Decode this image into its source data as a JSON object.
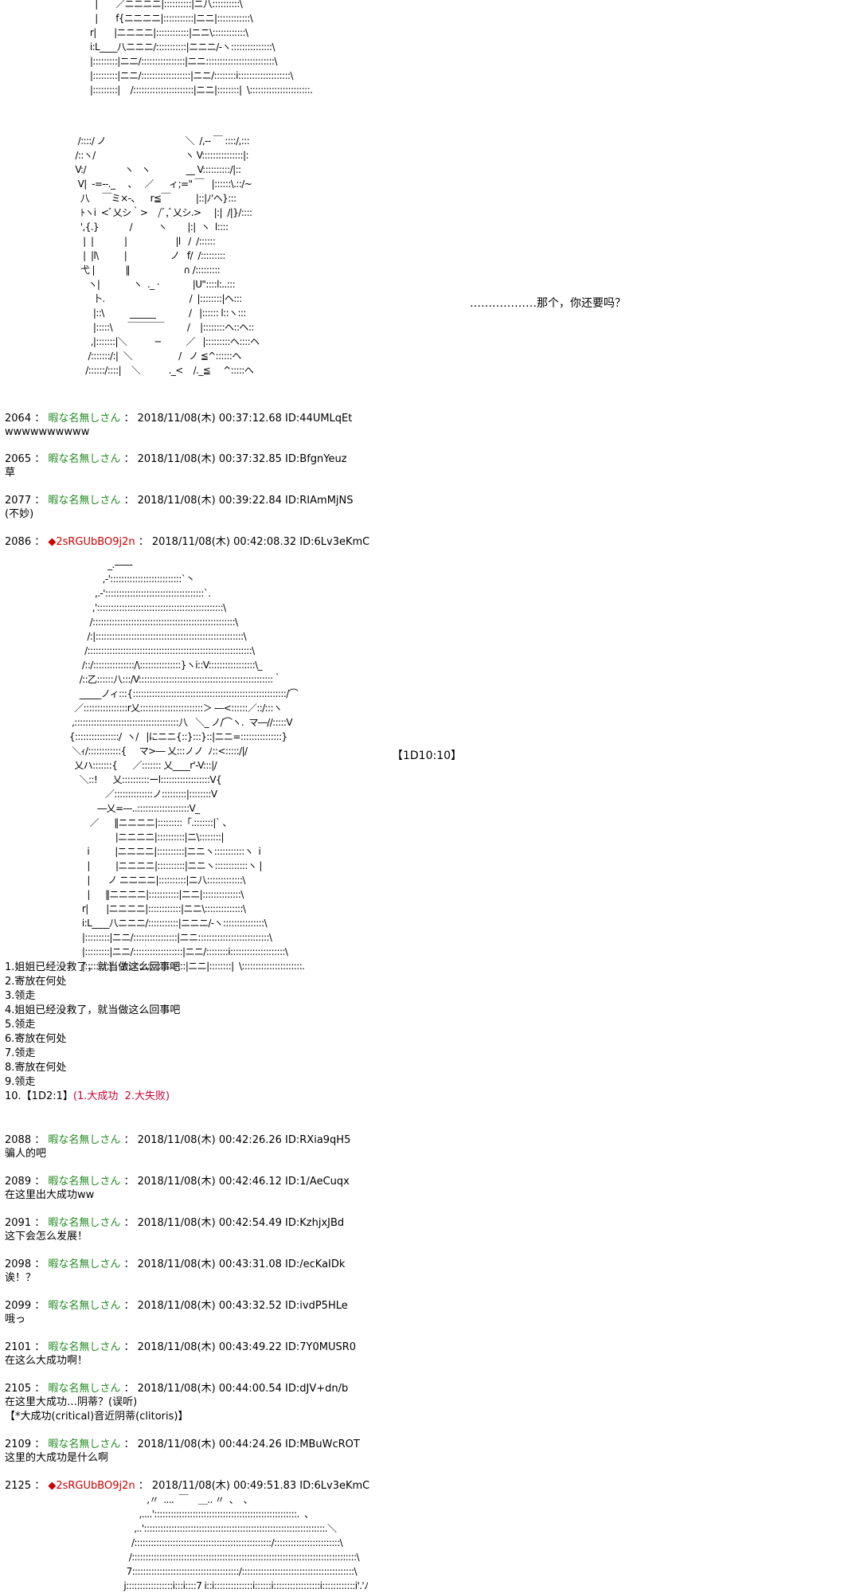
{
  "aa_top": "      |       ／ニニニニ|::::::::::|ニ八::::::::::\\\n      |       f{ニニニニ|:::::::::::|ニニ|::::::::::::\\\n    r|       |ニニニニ|::::::::::::|ニニ\\::::::::::::\\\n    i:L____八ニニニ/:::::::::::|ニニニ/‐ヽ:::::::::::::::\\\n    |:::::::::|ニニ/::::::::::::::::|ニニ:::::::::::::::::::::::::\\\n    |:::::::::|ニニ/::::::::::::::::::|ニニ/::::::::i:::::::::::::::::::\\\n    |:::::::::|    /::::::::::::::::::::::|ニニ|::::::::|  \\::::::::::::::::::::::.",
  "aa_face": "   /::::/ ノ                               ＼  /,-- ￣ ::::/,:::\n  /::ヽ/                                   ヽ V:::::::::::::::|:\n  V:/               ヽ   ヽ              __ V::::::::::/|::\n   V|  -=--._     、   ／      ィ;=\" ￣   |::::::\\.::/~\n    八     ￣ミ×-、    r≦￣          |::|ﾉ'ヘ}:::\n    ﾄヽi  <ﾞ乂シ｀>    /ﾞ,ﾞ乂シ.>     |:|  /|}/::::\n    ',{.}            /          ヽ        |:|  ヽ  l::::\n     |  |            |                   |l   /  /::::::\n     |  |l\\          |                 ノ   f/  /:::::::::\n    弋 |            ‖                     ∩ /:::::::::\n       ヽ|             ヽ  ._ ·             |U\"::::l:..:::\n         卜.                                 /  |::::::::|ヘ:::\n         |::\\          ______             /   |:::::: l::ヽ:::\n         |:::::\\      ￣￣￣￣         /    |::::::::ヘ::ヘ::\n        ,|:::::::|＼           ─          ／   |:::::::::ヘ::::ヘ\n       /:::::::/:|  ＼                  /   ノ ≦^::::::ヘ\n      /::::::/::::|    ＼           ._<    /._≦     ^:::::ヘ",
  "aa_hood": "                   _.-―‐-\n                 ,-'::::::::::::::::::::::::::`丶\n              ,.-'::::::::::::::::::::::::::::::::::::`.\n             ,'::::::::::::::::::::::::::::::::::::::::::::::\\\n            /::::::::::::::::::::::::::::::::::::::::::::::::::::\\\n           /:|::::::::::::::::::::::::::::::::::::::::::::::::::::::\\\n          /::::::::::::::::::::::::::::::::::::::::::::::::::::::::::::\\\n         /::/:::::::::::::::/\\:::::::::::::::}ヽi::V:::::::::::::::::\\_\n        /::乙::::::八:::/V:::::::::::::::::::::::::::::::::::::::::::::::::｀\n        _____ノィ:::{::::::::::::::::::::::::::::::::::::::::::::::::::::::::/⌒\n      ／::::::::::::::::r乂:::::::::::::::::::::::＞ ―<::::::／::/:::ヽ\n     ,::::::::::::::::::::::::::::::::::::::八   ＼_ ノ/⌒ヽ.  マ―//:::::V\n    {::::::::::::::::/  ヽ/   |にニニ{::}:::}::|ニニ=:::::::::::::::}\n     ＼ｨ/::::::::::::{     マ>― 乂:::ノノ  ﾉ::<:::::/|/\n      乂ハ:::::::{      ／::::::: 乂____r'‐V:::|/\n        ＼::!      乂::::::::::ーl::::::::::::::::::V{\n                  ／::::::::::::::ノ:::::::::|::::::::V\n               ―乂=---..:::::::::::::::::::V_\n            ／      ‖ニニニニ|:::::::::「.:::::::|` 、\n                      |ニニニニ|::::::::::|ニ\\::::::::|\n           i          |ニニニニ|::::::::::|ニニヽ:::::::::::ヽ  i\n           |          |ニニニニ|::::::::::|ニニヽ::::::::::::ヽ |\n           |       ノ ニニニニ|::::::::::|ニ八:::::::::::::\\\n           |      ‖ニニニニ|:::::::::::|ニニ|::::::::::::::\\\n         r|       |ニニニニ|::::::::::::|ニニ\\::::::::::::::\\\n         i:L____八ニニニ/:::::::::::|ニニニ/‐ヽ:::::::::::::::\\\n         |:::::::::|ニニ/::::::::::::::::|ニニ::::::::::::::::::::::::::\\\n         |:::::::::|ニニ/::::::::::::::::::|ニニ/::::::::i::::::::::::::::::::\\\n         |:::::::::|    /::::::::::::::::::::::|ニニ|::::::::|  \\::::::::::::::::::::::.",
  "aa_bottom": "                    ,〃  ....  ￣    ＿.. 〃  、  、\n                 ,....'::::::::::::::::::::::::::::::::::::::::::::::::::::.  、\n               ,..'::::::::::::::::::::::::::::::::::::::::::::::::::::::::::::::::::.＼\n              /::::::::::::::::::::::::::::::::::::::::::::::::::/::::::::::::::::::::::::\\\n             /::::::::::::::::::::::::::::::::::::::::::::::::::::::::::::::::::::::::::::::::::\\\n            7:::::::::::::::::::::::::::::::::::::::/:::::::::::::::::::::::::::::::::::::::::\\\n           j:::::::::::::::::i:::i::::7 i::i::::::::::::::i::::::i:::::::::::::::::i::::::::::::i'.'ﾉ",
  "side_text_1": "………………那个，你还要吗？",
  "side_text_2": "【1D10:10】",
  "posts": [
    {
      "num": "2064",
      "name": "暇な名無しさん",
      "datetime": "2018/11/08(木) 00:37:12.68",
      "id": "ID:44UMLqEt",
      "body": "wwwwwwwwww"
    },
    {
      "num": "2065",
      "name": "暇な名無しさん",
      "datetime": "2018/11/08(木) 00:37:32.85",
      "id": "ID:BfgnYeuz",
      "body": "草"
    },
    {
      "num": "2077",
      "name": "暇な名無しさん",
      "datetime": "2018/11/08(木) 00:39:22.84",
      "id": "ID:RIAmMjNS",
      "body": "(不妙)"
    },
    {
      "num": "2086",
      "name": "◆2sRGUbBO9j2n",
      "datetime": "2018/11/08(木) 00:42:08.32",
      "id": "ID:6Lv3eKmC",
      "body": ""
    },
    {
      "num": "2088",
      "name": "暇な名無しさん",
      "datetime": "2018/11/08(木) 00:42:26.26",
      "id": "ID:RXia9qH5",
      "body": "骗人的吧"
    },
    {
      "num": "2089",
      "name": "暇な名無しさん",
      "datetime": "2018/11/08(木) 00:42:46.12",
      "id": "ID:1/AeCuqx",
      "body": "在这里出大成功ww"
    },
    {
      "num": "2091",
      "name": "暇な名無しさん",
      "datetime": "2018/11/08(木) 00:42:54.49",
      "id": "ID:KzhjxJBd",
      "body": "这下会怎么发展！"
    },
    {
      "num": "2098",
      "name": "暇な名無しさん",
      "datetime": "2018/11/08(木) 00:43:31.08",
      "id": "ID:/ecKaIDk",
      "body": "诶！？"
    },
    {
      "num": "2099",
      "name": "暇な名無しさん",
      "datetime": "2018/11/08(木) 00:43:32.52",
      "id": "ID:ivdP5HLe",
      "body": "哦っ"
    },
    {
      "num": "2101",
      "name": "暇な名無しさん",
      "datetime": "2018/11/08(木) 00:43:49.22",
      "id": "ID:7Y0MUSR0",
      "body": "在这么大成功啊！"
    },
    {
      "num": "2105",
      "name": "暇な名無しさん",
      "datetime": "2018/11/08(木) 00:44:00.54",
      "id": "ID:dJV+dn/b",
      "body": "在这里大成功…阴蒂？(误听)",
      "body2": "【*大成功(critical)音近阴蒂(clitoris)】"
    },
    {
      "num": "2109",
      "name": "暇な名無しさん",
      "datetime": "2018/11/08(木) 00:44:24.26",
      "id": "ID:MBuWcROT",
      "body": "这里的大成功是什么啊"
    },
    {
      "num": "2125",
      "name": "◆2sRGUbBO9j2n",
      "datetime": "2018/11/08(木) 00:49:51.83",
      "id": "ID:6Lv3eKmC",
      "body": ""
    }
  ],
  "choices": [
    "1.姐姐已经没救了，就当做这么回事吧",
    "2.寄放在何处",
    "3.领走",
    "4.姐姐已经没救了，就当做这么回事吧",
    "5.领走",
    "6.寄放在何处",
    "7.领走",
    "8.寄放在何处",
    "9.领走"
  ],
  "choice_10_prefix": "10.【1D2:1】",
  "choice_10_result": "(1.大成功  2.大失败)",
  "colors": {
    "anon_name": "#228b22",
    "trip_name": "#cc0000",
    "roll_result": "#cc0033"
  }
}
